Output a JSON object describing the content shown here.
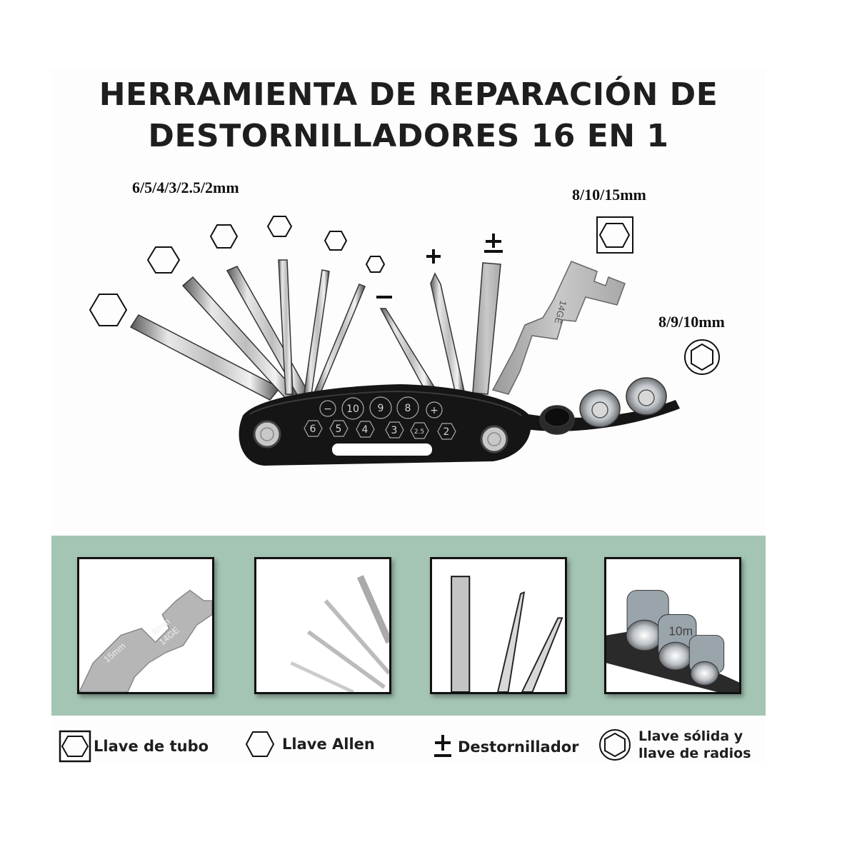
{
  "header": {
    "title_line_1": "HERRAMIENTA DE REPARACIÓN DE",
    "title_line_2": "DESTORNILLADORES 16 EN 1"
  },
  "diagram": {
    "allen_sizes_label": "6/5/4/3/2.5/2mm",
    "socket_sizes_label": "8/10/15mm",
    "spoke_sizes_label": "8/9/10mm",
    "flat_symbol": "−",
    "phillips_symbol": "+",
    "combo_symbol": "±",
    "body_markings_top": [
      "−",
      "10",
      "9",
      "8",
      "+"
    ],
    "body_markings_bottom": [
      "6",
      "5",
      "4",
      "3",
      "2.5",
      "2"
    ],
    "wrench_engravings": [
      "14GE",
      "8mm",
      "15mm",
      "10mm"
    ],
    "colors": {
      "body": "#151515",
      "steel": "#c4c4c4",
      "steel_dark": "#5a5a5a"
    }
  },
  "gallery": {
    "background": "#a4c5b3",
    "thumbnails": [
      {
        "name": "wrench-closeup",
        "text_1": "15mm",
        "text_2": "8mm",
        "text_3": "14GE"
      },
      {
        "name": "allen-keys-closeup"
      },
      {
        "name": "screwdrivers-closeup"
      },
      {
        "name": "sockets-closeup",
        "text_1": "10m"
      }
    ]
  },
  "legend": {
    "items": [
      {
        "icon": "boxed-hexagon-icon",
        "label": "Llave de tubo"
      },
      {
        "icon": "hexagon-icon",
        "label": "Llave Allen"
      },
      {
        "icon": "plus-minus-icon",
        "label": "Destornillador"
      },
      {
        "icon": "circled-hexagon-icon",
        "label_line_1": "Llave sólida y",
        "label_line_2": "llave de radios"
      }
    ]
  }
}
